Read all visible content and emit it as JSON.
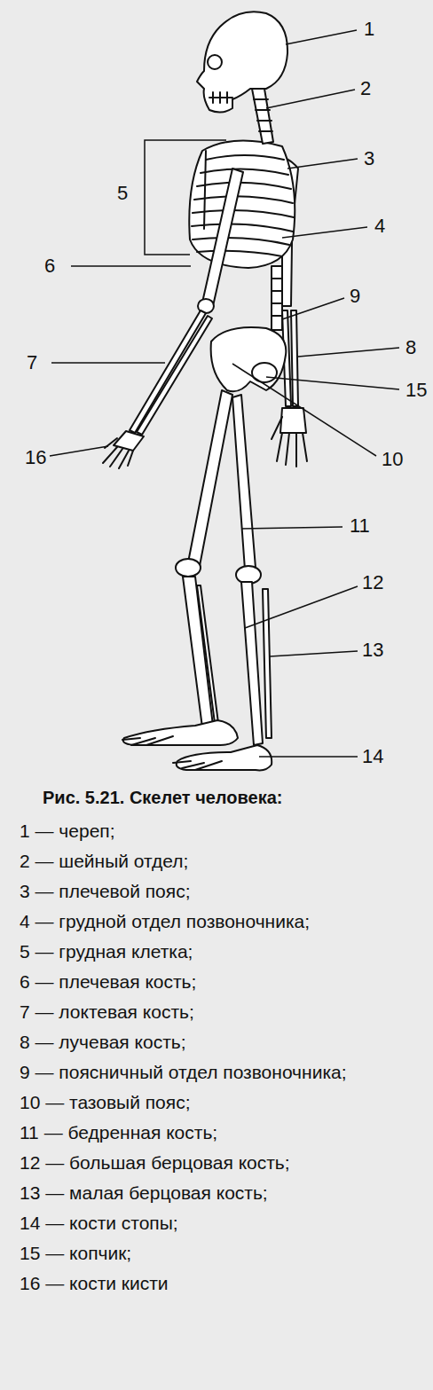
{
  "diagram": {
    "caption": "Рис. 5.21. Скелет человека:",
    "labels": [
      "1",
      "2",
      "3",
      "4",
      "5",
      "6",
      "7",
      "8",
      "9",
      "10",
      "11",
      "12",
      "13",
      "14",
      "15",
      "16",
      "1 — череп;",
      "2 — шейный отдел;",
      "3 — плечевой пояс;",
      "4 — грудной отдел позвоночника;",
      "5 — грудная клетка;",
      "6 — плечевая кость;",
      "7 — локтевая кость;",
      "8 — лучевая кость;",
      "9 — поясничный отдел позвоночника;",
      "10 — тазовый пояс;",
      "11 — бедренная кость;",
      "12 — большая берцовая кость;",
      "13 — малая берцовая кость;",
      "14 — кости стопы;",
      "15 — копчик;",
      "16 — кости кисти"
    ]
  }
}
